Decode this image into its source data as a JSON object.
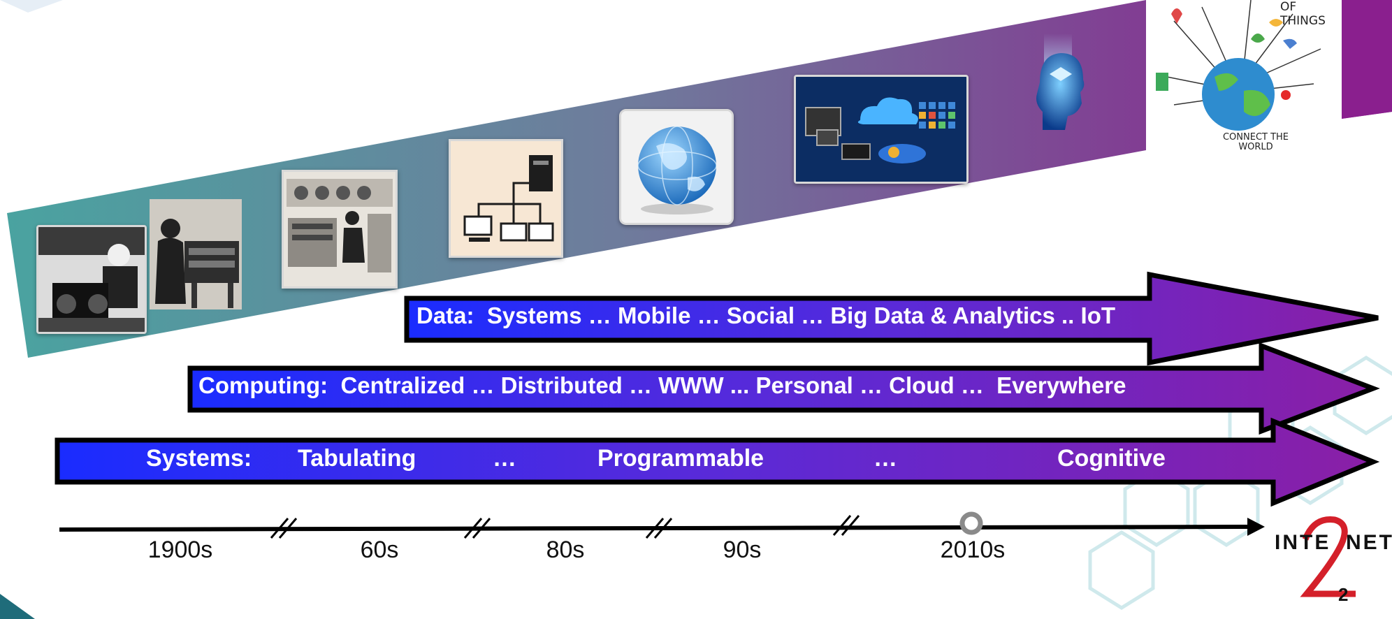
{
  "arrows": {
    "data": "Data:  Systems … Mobile … Social … Big Data & Analytics .. IoT",
    "computing": "Computing:  Centralized … Distributed … WWW ... Personal … Cloud …  Everywhere",
    "systems": {
      "label": "Systems:",
      "phase1": "Tabulating",
      "sep1": "…",
      "phase2": "Programmable",
      "sep2": "…",
      "phase3": "Cognitive"
    }
  },
  "timeline": {
    "ticks": [
      "1900s",
      "60s",
      "80s",
      "90s",
      "2010s"
    ]
  },
  "images": [
    {
      "icon": "tabulating-machine-photo"
    },
    {
      "icon": "operator-at-tabulator-photo"
    },
    {
      "icon": "mainframe-operator-photo"
    },
    {
      "icon": "distributed-network-icon"
    },
    {
      "icon": "globe-icon"
    },
    {
      "icon": "cloud-devices-icon"
    },
    {
      "icon": "cognitive-head-icon"
    },
    {
      "icon": "internet-of-things-sketch"
    }
  ],
  "iot_sketch": {
    "top_text": "OF THINGS",
    "bottom_text": "CONNECT THE WORLD"
  },
  "logo": {
    "word_left": "INTE",
    "word_right": "NET",
    "numeral": "2"
  },
  "page_number": "2",
  "colors": {
    "blue": "#1a2cff",
    "purple": "#8a1fa6",
    "band_start": "#4aa3a0",
    "band_end": "#8a1f8e"
  }
}
